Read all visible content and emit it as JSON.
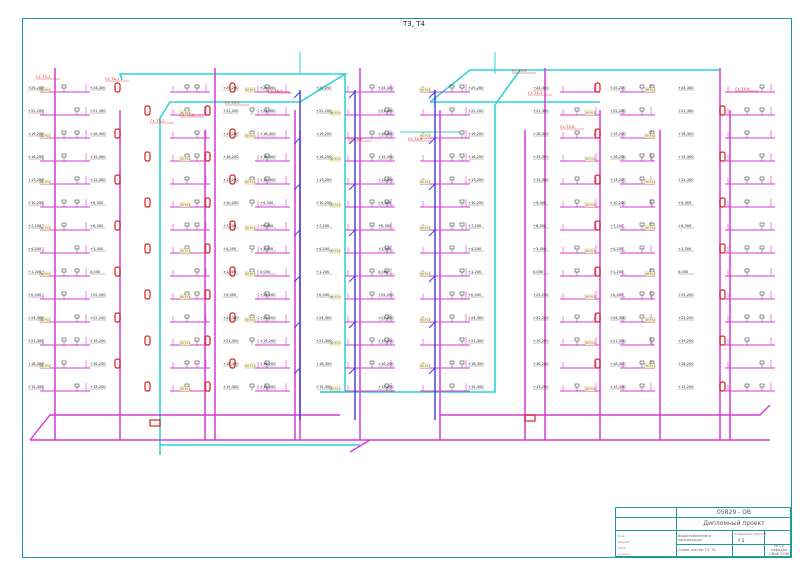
{
  "sheet": {
    "title": "Т3, Т4"
  },
  "title_block": {
    "code": "05829 - ОВ",
    "project": "Дипломный проект",
    "desc_line1": "Водоснабжение и канализация",
    "desc_line2": "Схема систем Т3, Т4",
    "stage_head": "Стадия  Лист  Листов",
    "stage": "У    3",
    "org": "МГСУ кафедра ОВиВ 2006"
  },
  "elevations": [
    "+25,200",
    "+24,300",
    "+22,200",
    "+21,300",
    "+19,200",
    "+18,300",
    "+16,200",
    "+15,300",
    "+13,200",
    "+12,300",
    "+10,200",
    "+9,300",
    "+7,200",
    "+6,300",
    "+4,200",
    "+3,300",
    "+1,200",
    "0,000",
    "+0,000"
  ],
  "riser_labels": [
    "Ст.Т3-1",
    "Ст.Т4-1",
    "Ст.Т3-2",
    "Ст.Т4-2",
    "Ст.Т3-3",
    "Ст.Т4-3",
    "Ст.Т3-4",
    "Ст.Т4-4",
    "Ст.Т3-5",
    "Ст.Т4-5",
    "Ст.Т3-6",
    "Ст.Т4-6"
  ],
  "small_tags": [
    "Вт.Т3.1",
    "Вт.Т3.1",
    "Вт.Т3.1"
  ],
  "colors": {
    "supply": "#d63ad6",
    "return": "#2fd3d3",
    "heater": "#d62020",
    "riser_blue": "#3a3ad6",
    "fixture": "#222222",
    "tag": "#b8a020"
  }
}
